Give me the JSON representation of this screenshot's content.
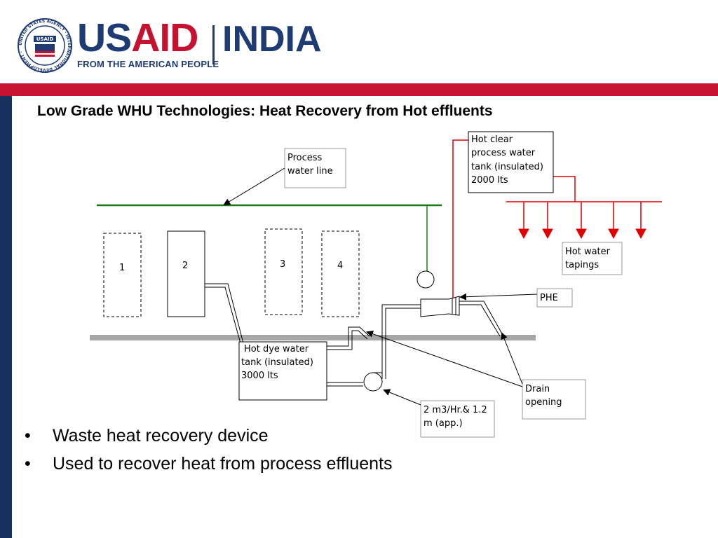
{
  "header": {
    "seal_text": "UNITED STATES AGENCY · INTERNATIONAL DEVELOPMENT ·",
    "seal_badge": "USAID",
    "logo_left_a": "US",
    "logo_left_b": "AID",
    "logo_right": "INDIA",
    "tagline": "FROM THE AMERICAN PEOPLE"
  },
  "title": "Low Grade WHU Technologies: Heat Recovery from Hot effluents",
  "diagram": {
    "process_water_label": [
      "Process",
      "water line"
    ],
    "hot_clear_tank_label": [
      "Hot clear",
      "process water",
      "tank (insulated)",
      "2000 lts"
    ],
    "hot_water_tapings_label": [
      "Hot water",
      "tapings"
    ],
    "phe_label": "PHE",
    "hot_dye_tank_label": [
      "Hot dye water",
      "tank (insulated)",
      "3000 lts"
    ],
    "drain_label": [
      "Drain",
      "opening"
    ],
    "pump_label": [
      "2 m3/Hr.& 1.2",
      "m (app.)"
    ],
    "machines": [
      "1",
      "2",
      "3",
      "4"
    ]
  },
  "bullets": [
    "Waste heat recovery device",
    "Used to recover heat from process effluents"
  ],
  "colors": {
    "navy": "#16315f",
    "red": "#c41230",
    "green_line": "#1a7a1a",
    "hot_red": "#e00000"
  }
}
